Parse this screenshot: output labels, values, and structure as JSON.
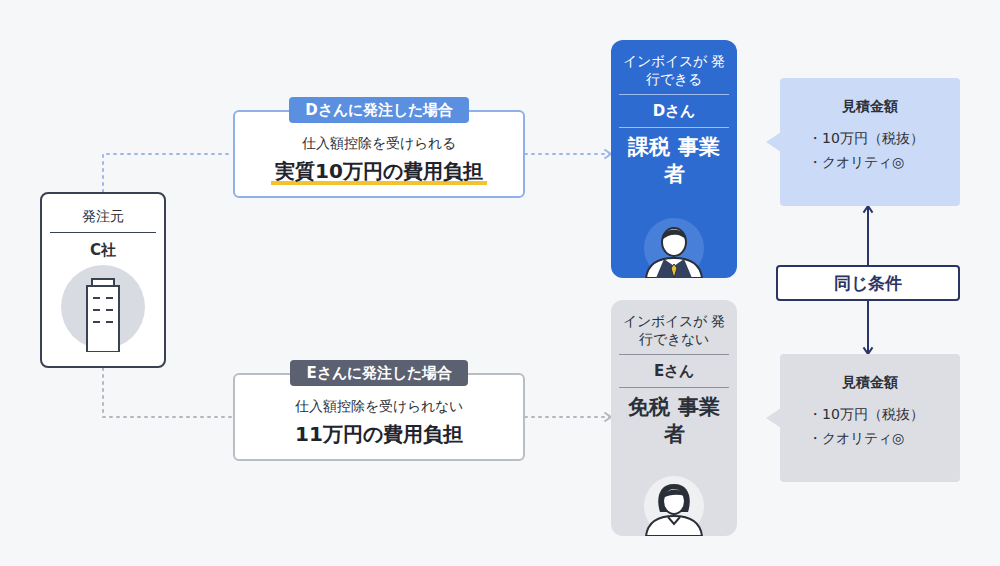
{
  "diagram": {
    "nodes": [
      {
        "text": [
          "発注元",
          "C社"
        ]
      },
      {
        "text": [
          "Dさんに発注した場合",
          "仕入額控除を受けられる",
          "実質10万円の費用負担"
        ]
      },
      {
        "text": [
          "Eさんに発注した場合",
          "仕入額控除を受けられない",
          "11万円の費用負担"
        ]
      },
      {
        "text": [
          "インボイスが 発行できる",
          "Dさん",
          "課税 事業者"
        ]
      },
      {
        "text": [
          "インボイスが 発行できない",
          "Eさん",
          "免税 事業者"
        ]
      },
      {
        "text": [
          "見積金額",
          "・10万円（税抜）",
          "・クオリティ◎"
        ]
      },
      {
        "text": [
          "見積金額",
          "・10万円（税抜）",
          "・クオリティ◎"
        ]
      },
      {
        "text": [
          "同じ条件"
        ]
      }
    ],
    "edges": [
      {
        "from": 0,
        "to": 1,
        "arrow": "none"
      },
      {
        "from": 1,
        "to": 3,
        "arrow": "to"
      },
      {
        "from": 0,
        "to": 2,
        "arrow": "none"
      },
      {
        "from": 2,
        "to": 4,
        "arrow": "to"
      },
      {
        "from": 7,
        "to": 5,
        "arrow": "to"
      },
      {
        "from": 7,
        "to": 6,
        "arrow": "to"
      }
    ]
  }
}
